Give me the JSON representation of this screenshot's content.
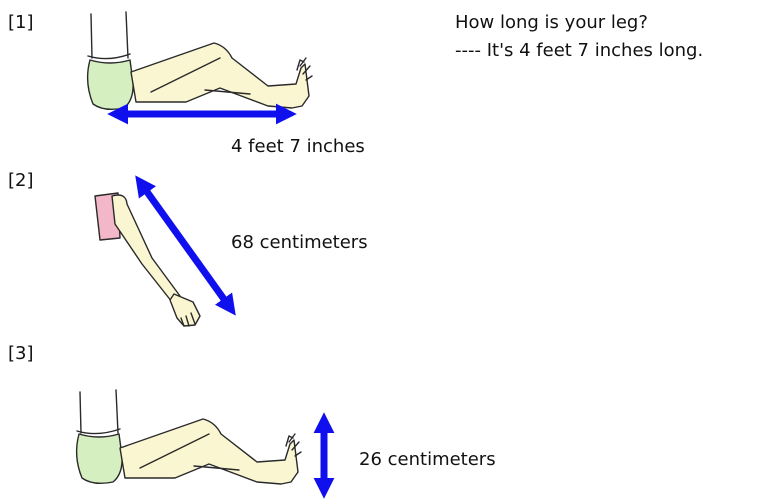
{
  "sections": [
    {
      "label": "[1]",
      "measurement": "4 feet 7 inches",
      "question": "How long is your leg?",
      "answer": "---- It's 4 feet 7 inches long."
    },
    {
      "label": "[2]",
      "measurement": "68 centimeters"
    },
    {
      "label": "[3]",
      "measurement": "26 centimeters"
    }
  ],
  "colors": {
    "arrow": "#1010ee",
    "skin": "#fbf6d2",
    "shorts": "#d5efc1",
    "sleeve": "#f2b7c9",
    "outline": "#2a2a2a"
  },
  "icons": [
    "leg-illustration",
    "arm-illustration",
    "foot-illustration",
    "double-arrow-icon"
  ]
}
